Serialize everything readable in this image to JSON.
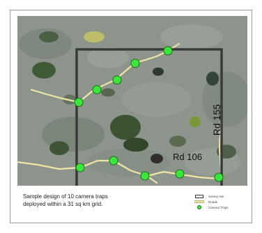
{
  "map": {
    "road_labels": {
      "rd155": "Rd 155",
      "rd106": "Rd 106"
    },
    "camera_trap_count": 10,
    "colors": {
      "terrain": "#8a938b",
      "terrain_dark": "#5d6a5a",
      "vegetation": "#3f5a35",
      "field_light": "#c9c58a",
      "road": "#efe6a6",
      "grid_border": "#3a3a3a",
      "trap_fill": "#39e639",
      "trap_stroke": "#1a6b1a"
    }
  },
  "caption": {
    "line1": "Sample design of 10 camera traps",
    "line2": "deployed within a 31 sq km grid."
  },
  "legend": {
    "survey_site": "Survey site",
    "roads": "Roads",
    "camera_traps": "Camera Traps"
  }
}
